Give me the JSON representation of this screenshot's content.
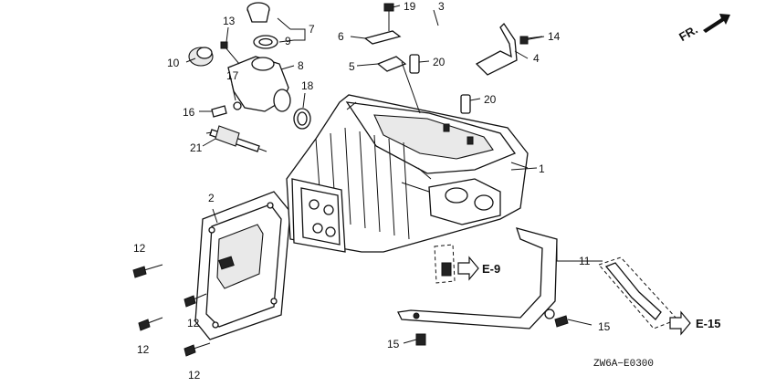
{
  "orientation": {
    "label": "FR."
  },
  "callouts": [
    {
      "id": "c1",
      "label": "1"
    },
    {
      "id": "c2",
      "label": "2"
    },
    {
      "id": "c3",
      "label": "3"
    },
    {
      "id": "c4",
      "label": "4"
    },
    {
      "id": "c5",
      "label": "5"
    },
    {
      "id": "c6",
      "label": "6"
    },
    {
      "id": "c7",
      "label": "7"
    },
    {
      "id": "c8",
      "label": "8"
    },
    {
      "id": "c9",
      "label": "9"
    },
    {
      "id": "c10",
      "label": "10"
    },
    {
      "id": "c11",
      "label": "11"
    },
    {
      "id": "c12a",
      "label": "12"
    },
    {
      "id": "c12b",
      "label": "12"
    },
    {
      "id": "c12c",
      "label": "12"
    },
    {
      "id": "c12d",
      "label": "12"
    },
    {
      "id": "c13",
      "label": "13"
    },
    {
      "id": "c14",
      "label": "14"
    },
    {
      "id": "c15a",
      "label": "15"
    },
    {
      "id": "c15b",
      "label": "15"
    },
    {
      "id": "c16",
      "label": "16"
    },
    {
      "id": "c17",
      "label": "17"
    },
    {
      "id": "c18",
      "label": "18"
    },
    {
      "id": "c19",
      "label": "19"
    },
    {
      "id": "c20a",
      "label": "20"
    },
    {
      "id": "c20b",
      "label": "20"
    },
    {
      "id": "c21",
      "label": "21"
    }
  ],
  "references": [
    {
      "id": "e9",
      "label": "E-9"
    },
    {
      "id": "e15",
      "label": "E-15"
    }
  ],
  "diagram_code": "ZW6A−E0300"
}
